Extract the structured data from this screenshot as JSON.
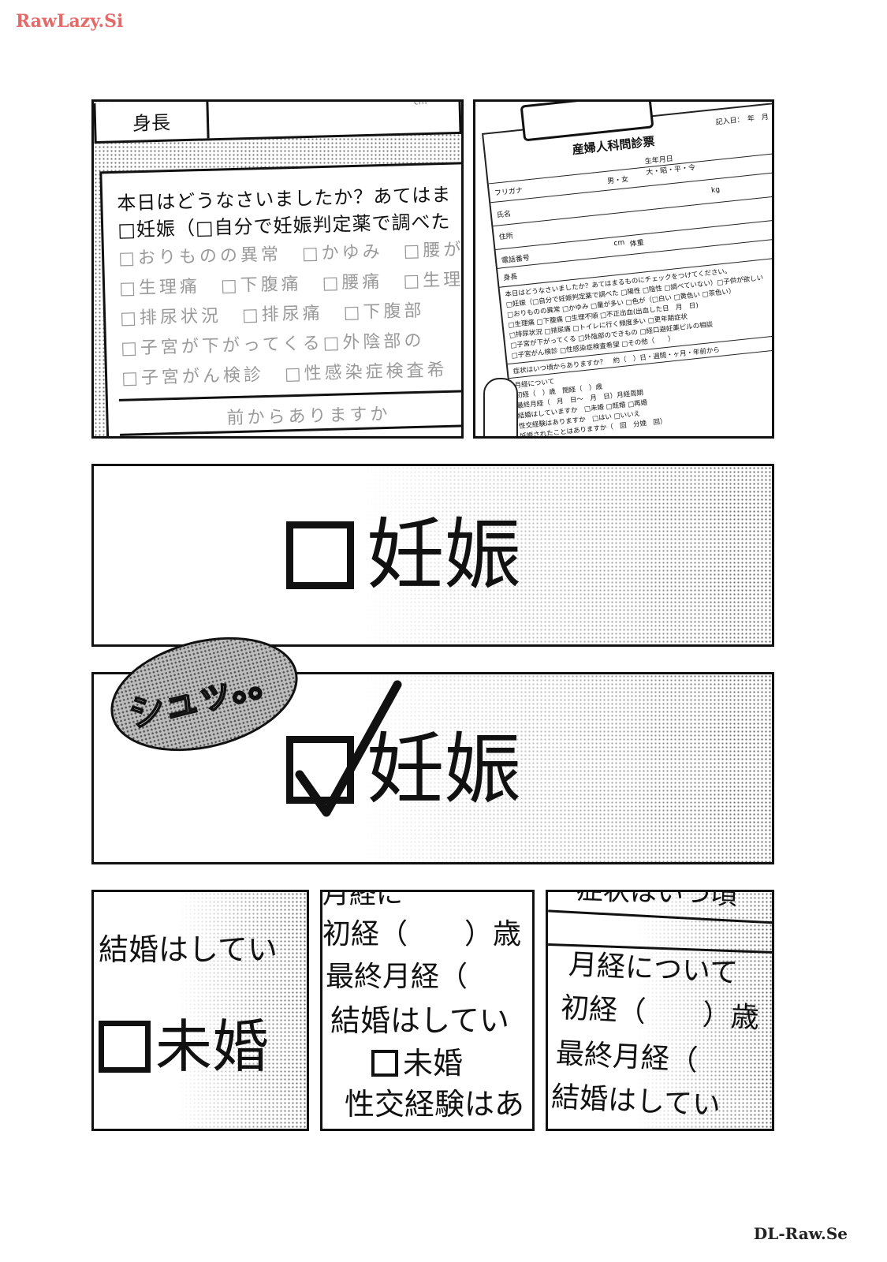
{
  "watermarks": {
    "top_left": "RawLazy.Si",
    "bottom_right": "DL-Raw.Se"
  },
  "panel1": {
    "header_label": "身長",
    "header_unit": "cm",
    "question": "本日はどうなさいましたか？あてはま",
    "line2": "□妊娠（□自分で妊娠判定薬で調べた",
    "faint_lines": [
      "□おりものの異常　□かゆみ　□腰が",
      "□生理痛　□下腹痛　□腰痛　□生理",
      "□排尿状況　□排尿痛　□下腹部",
      "□子宮が下がってくる□外陰部の",
      "□子宮がん検診　□性感染症検査希"
    ],
    "faint_bottom": "前からありますか"
  },
  "panel2": {
    "title": "産婦人科問診票",
    "date_label": "記入日：　年　月　日",
    "rows": [
      "フリガナ",
      "氏名",
      "住所",
      "電話番号",
      "身長"
    ],
    "gender": "男・女",
    "birth": "生年月日",
    "era": "大・昭・平・令",
    "weight_unit": "kg",
    "height_unit": "cm",
    "weight_label": "体重",
    "small_lines": [
      "本日はどうなさいましたか？あてはまるものにチェックをつけてください。",
      "□妊娠（□自分で妊娠判定薬で調べた □陽性 □陰性 □調べていない）□子供が欲しい",
      "□おりものの異常 □かゆみ □量が多い □色が（□白い □黄色い □茶色い）",
      "□生理痛 □下腹痛 □生理不順 □不正出血(出血した日　月　日)",
      "□排尿状況 □排尿痛 □トイレに行く頻度多い □更年期症状",
      "□子宮が下がってくる □外陰部のできもの □経口避妊薬ピルの相談",
      "□子宮がん検診 □性感染症検査希望 □その他（　　）",
      "症状はいつ頃からありますか？　約（　）日・週間・ヶ月・年前から",
      "月経について",
      "初経（　）歳　閉経（　）歳",
      "最終月経（　月　日～　月　日）月経周期",
      "結婚はしていますか　□未婚 □既婚 □再婚",
      "性交経験はありますか　□はい □いいえ",
      "妊娠されたことはありますか（　回　分娩　回）"
    ]
  },
  "panel3": {
    "text": "妊娠"
  },
  "panel4": {
    "text": "妊娠",
    "sfx": "シュッ。。"
  },
  "panel5": {
    "line1": "結婚はしてい",
    "line2": "未婚"
  },
  "panel6": {
    "lines": [
      "月経に",
      "初経（　　）歳",
      "最終月経（",
      "結婚はしてい",
      "未婚",
      "性交経験はあ"
    ]
  },
  "panel7": {
    "lines": [
      "症状はいつ頃",
      "月経について",
      "初経（　　）歳",
      "最終月経（",
      "結婚はしてい"
    ]
  }
}
